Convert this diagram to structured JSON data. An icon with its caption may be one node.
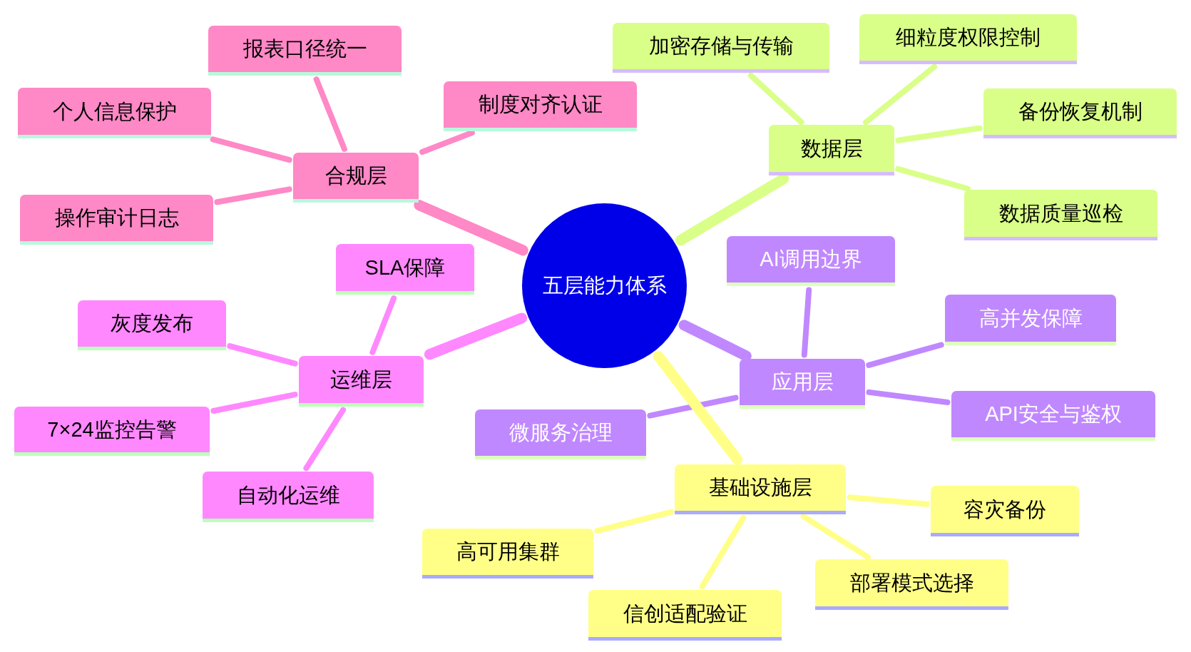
{
  "diagram": {
    "nodes": [
      {
        "text": [
          "五层能力体系"
        ]
      },
      {
        "text": [
          "合规层"
        ]
      },
      {
        "text": [
          "报表口径统一"
        ]
      },
      {
        "text": [
          "制度对齐认证"
        ]
      },
      {
        "text": [
          "个人信息保护"
        ]
      },
      {
        "text": [
          "操作审计日志"
        ]
      },
      {
        "text": [
          "数据层"
        ]
      },
      {
        "text": [
          "加密存储与传输"
        ]
      },
      {
        "text": [
          "细粒度权限控制"
        ]
      },
      {
        "text": [
          "备份恢复机制"
        ]
      },
      {
        "text": [
          "数据质量巡检"
        ]
      },
      {
        "text": [
          "应用层"
        ]
      },
      {
        "text": [
          "AI调用边界"
        ]
      },
      {
        "text": [
          "高并发保障"
        ]
      },
      {
        "text": [
          "API安全与鉴权"
        ]
      },
      {
        "text": [
          "微服务治理"
        ]
      },
      {
        "text": [
          "基础设施层"
        ]
      },
      {
        "text": [
          "容灾备份"
        ]
      },
      {
        "text": [
          "部署模式选择"
        ]
      },
      {
        "text": [
          "信创适配验证"
        ]
      },
      {
        "text": [
          "高可用集群"
        ]
      },
      {
        "text": [
          "运维层"
        ]
      },
      {
        "text": [
          "SLA保障"
        ]
      },
      {
        "text": [
          "灰度发布"
        ]
      },
      {
        "text": [
          "7×24监控告警"
        ]
      },
      {
        "text": [
          "自动化运维"
        ]
      }
    ],
    "edges": [
      {
        "from": 0,
        "to": 1,
        "arrow": "none",
        "style": "thick",
        "color": "#ff88c6"
      },
      {
        "from": 1,
        "to": 2,
        "arrow": "none",
        "color": "#ff88c6"
      },
      {
        "from": 1,
        "to": 3,
        "arrow": "none",
        "color": "#ff88c6"
      },
      {
        "from": 1,
        "to": 4,
        "arrow": "none",
        "color": "#ff88c6"
      },
      {
        "from": 1,
        "to": 5,
        "arrow": "none",
        "color": "#ff88c6"
      },
      {
        "from": 0,
        "to": 6,
        "arrow": "none",
        "style": "thick",
        "color": "#d9ff88"
      },
      {
        "from": 6,
        "to": 7,
        "arrow": "none",
        "color": "#d9ff88"
      },
      {
        "from": 6,
        "to": 8,
        "arrow": "none",
        "color": "#d9ff88"
      },
      {
        "from": 6,
        "to": 9,
        "arrow": "none",
        "color": "#d9ff88"
      },
      {
        "from": 6,
        "to": 10,
        "arrow": "none",
        "color": "#d9ff88"
      },
      {
        "from": 0,
        "to": 11,
        "arrow": "none",
        "style": "thick",
        "color": "#c088ff"
      },
      {
        "from": 11,
        "to": 12,
        "arrow": "none",
        "color": "#c088ff"
      },
      {
        "from": 11,
        "to": 13,
        "arrow": "none",
        "color": "#c088ff"
      },
      {
        "from": 11,
        "to": 14,
        "arrow": "none",
        "color": "#c088ff"
      },
      {
        "from": 11,
        "to": 15,
        "arrow": "none",
        "color": "#c088ff"
      },
      {
        "from": 0,
        "to": 16,
        "arrow": "none",
        "style": "thick",
        "color": "#ffff88"
      },
      {
        "from": 16,
        "to": 17,
        "arrow": "none",
        "color": "#ffff88"
      },
      {
        "from": 16,
        "to": 18,
        "arrow": "none",
        "color": "#ffff88"
      },
      {
        "from": 16,
        "to": 19,
        "arrow": "none",
        "color": "#ffff88"
      },
      {
        "from": 16,
        "to": 20,
        "arrow": "none",
        "color": "#ffff88"
      },
      {
        "from": 0,
        "to": 21,
        "arrow": "none",
        "style": "thick",
        "color": "#ff88ff"
      },
      {
        "from": 21,
        "to": 22,
        "arrow": "none",
        "color": "#ff88ff"
      },
      {
        "from": 21,
        "to": 23,
        "arrow": "none",
        "color": "#ff88ff"
      },
      {
        "from": 21,
        "to": 24,
        "arrow": "none",
        "color": "#ff88ff"
      },
      {
        "from": 21,
        "to": 25,
        "arrow": "none",
        "color": "#ff88ff"
      }
    ]
  }
}
